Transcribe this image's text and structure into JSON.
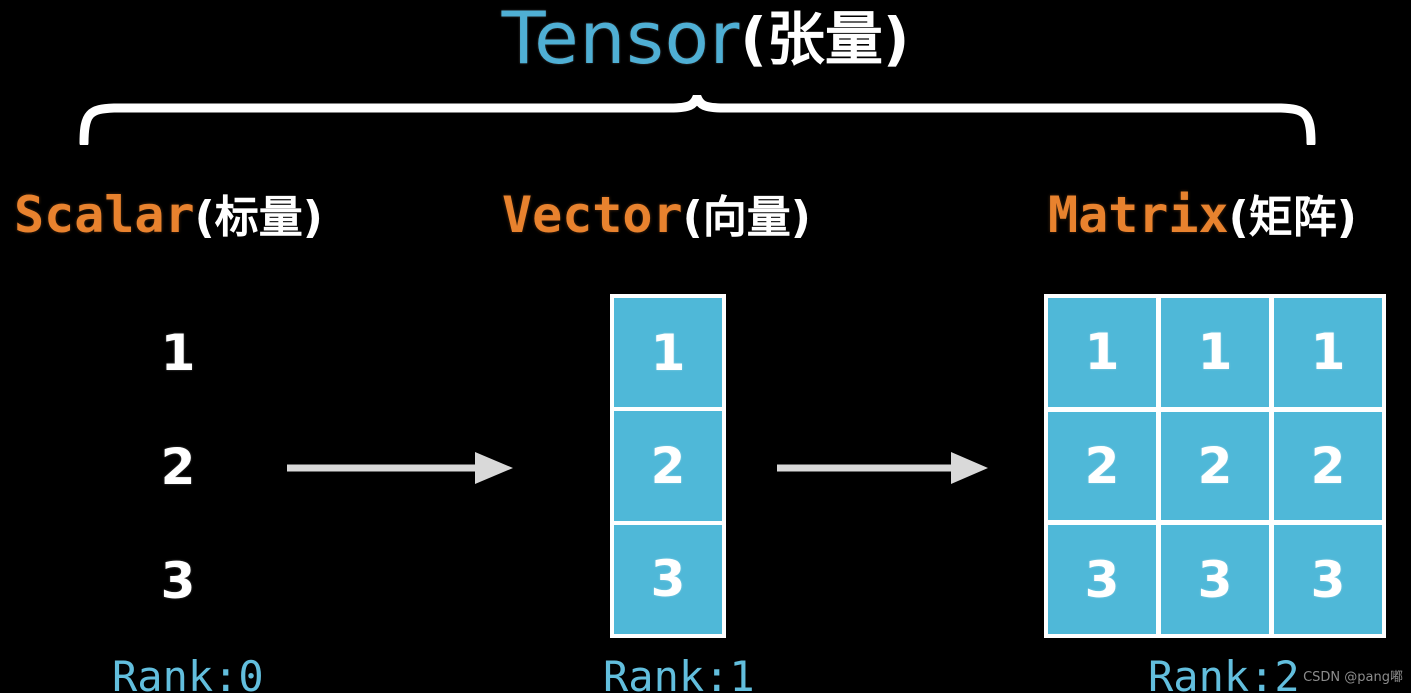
{
  "title": {
    "latin": "Tensor",
    "cjk": "(张量)"
  },
  "colors": {
    "background": "#000000",
    "title_accent": "#4FAFD4",
    "heading_accent": "#E8822E",
    "cell_fill": "#4FB8D8",
    "cell_border": "#FFFFFF",
    "arrow": "#D9D9D9",
    "rank_label": "#62BEDD",
    "value_text": "#FFFFFF"
  },
  "brace": {
    "icon": "curly-brace-horizontal"
  },
  "columns": {
    "scalar": {
      "heading_latin": "Scalar",
      "heading_cjk": "(标量)",
      "values": [
        "1",
        "2",
        "3"
      ],
      "rank_label": "Rank:0"
    },
    "vector": {
      "heading_latin": "Vector",
      "heading_cjk": "(向量)",
      "values": [
        "1",
        "2",
        "3"
      ],
      "rank_label": "Rank:1"
    },
    "matrix": {
      "heading_latin": "Matrix",
      "heading_cjk": "(矩阵)",
      "rows": [
        [
          "1",
          "1",
          "1"
        ],
        [
          "2",
          "2",
          "2"
        ],
        [
          "3",
          "3",
          "3"
        ]
      ],
      "rank_label": "Rank:2"
    }
  },
  "arrows": [
    {
      "name": "arrow-scalar-to-vector",
      "icon": "arrow-right-icon"
    },
    {
      "name": "arrow-vector-to-matrix",
      "icon": "arrow-right-icon"
    }
  ],
  "bottom_caption": "",
  "watermark": "CSDN @pang嘟"
}
